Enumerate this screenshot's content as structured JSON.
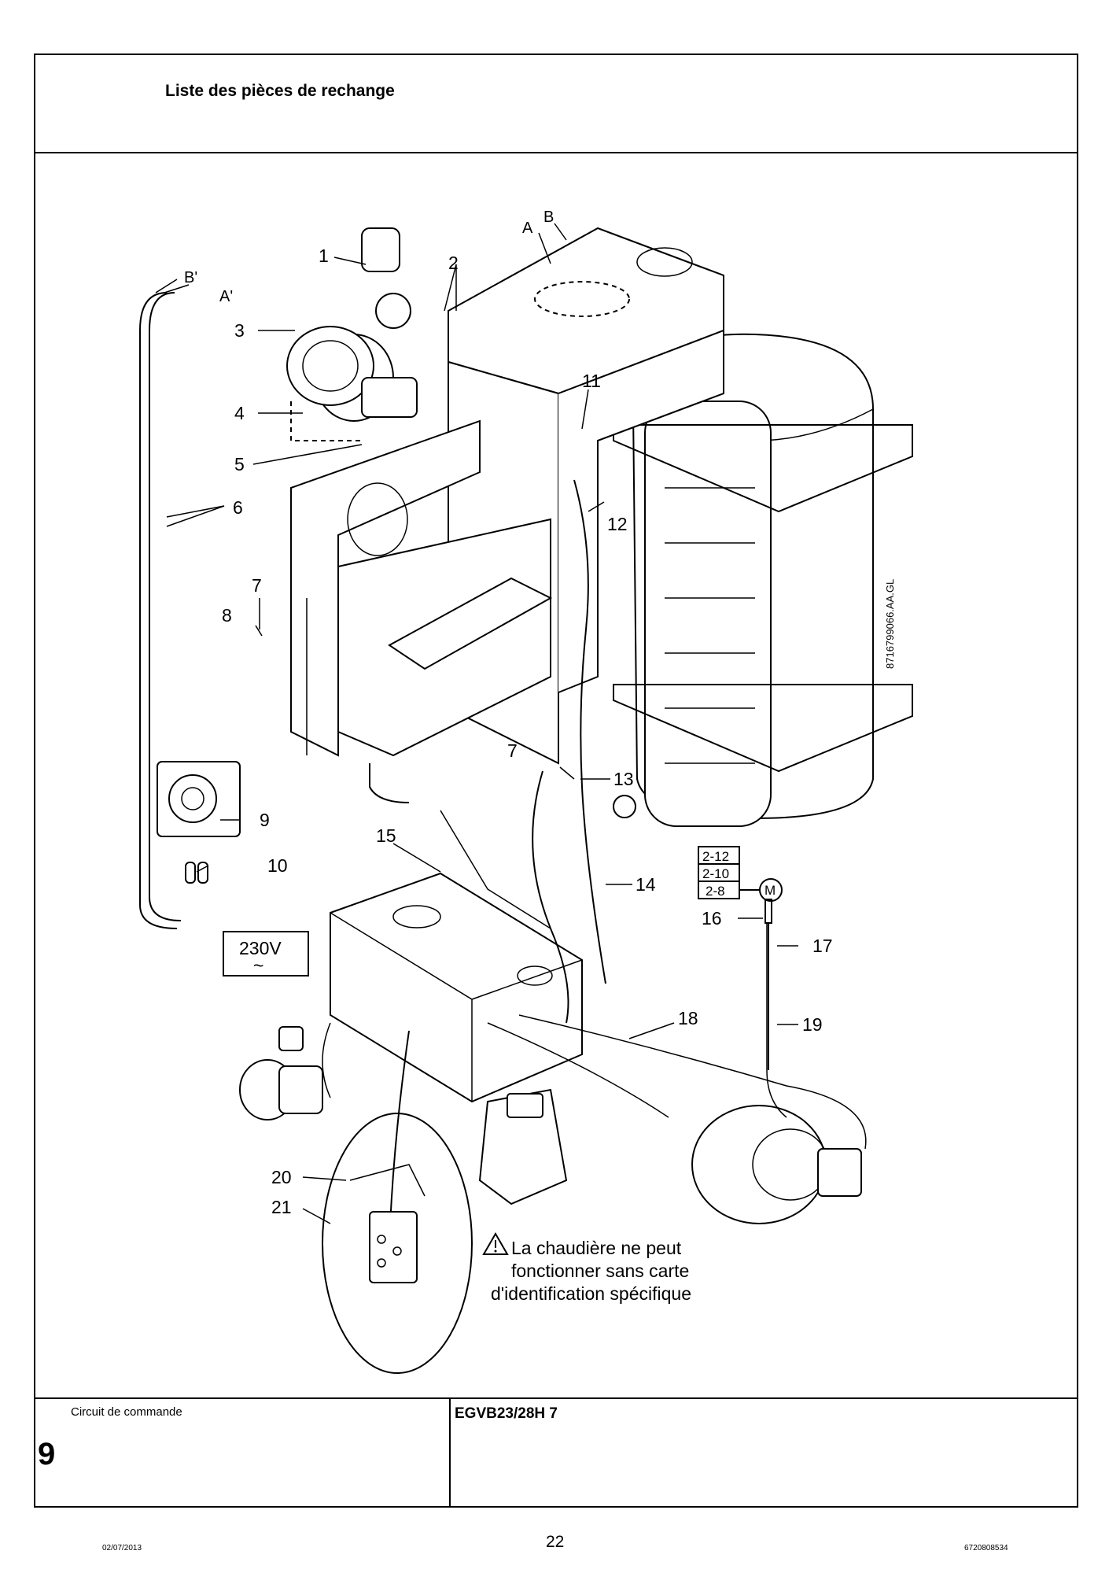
{
  "header": {
    "title": "Liste des pièces de rechange"
  },
  "diagram": {
    "callouts": [
      "1",
      "2",
      "3",
      "4",
      "5",
      "6",
      "7",
      "8",
      "9",
      "10",
      "11",
      "12",
      "7",
      "13",
      "14",
      "15",
      "16",
      "17",
      "18",
      "19",
      "20",
      "21"
    ],
    "letters": [
      "A",
      "B",
      "B'",
      "A'"
    ],
    "voltage_label": "230V",
    "voltage_symbol": "~",
    "motor_codes": [
      "2-12",
      "2-10",
      "2-8"
    ],
    "motor_symbol": "M",
    "drawing_reference": "8716799066.AA.GL",
    "warning": [
      "La chaudière ne peut",
      "fonctionner sans carte",
      "d'identification spécifique"
    ],
    "warning_icon": "warning-triangle-icon"
  },
  "footer_block": {
    "section_label": "Circuit de commande",
    "section_number": "9",
    "model": "EGVB23/28H 7"
  },
  "footer": {
    "date": "02/07/2013",
    "page": "22",
    "doc_code": "6720808534"
  }
}
